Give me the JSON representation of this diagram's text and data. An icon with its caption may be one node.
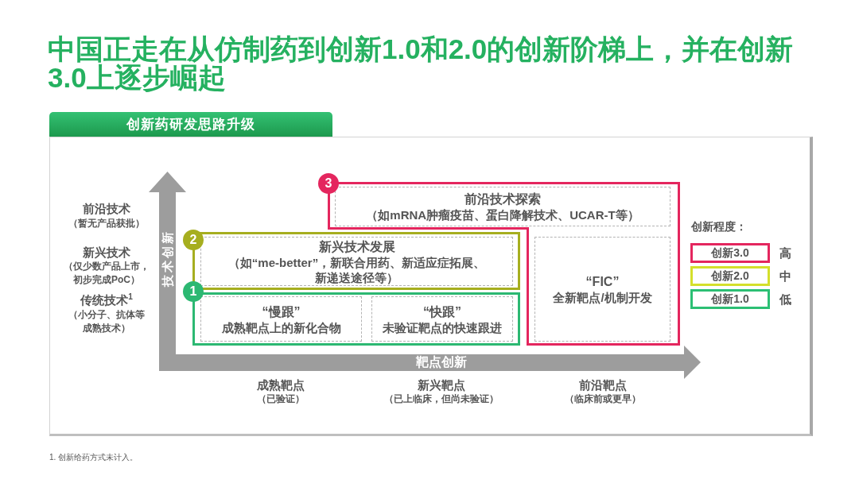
{
  "diagram": {
    "title": "中国正走在从仿制药到创新1.0和2.0的创新阶梯上，并在创新3.0上逐步崛起",
    "nodes": [
      {
        "text": [
          "创新药研发思路升级"
        ]
      },
      {
        "text": [
          "3"
        ],
        "in": 0
      },
      {
        "text": [
          "前沿技术探索",
          "（如mRNA肿瘤疫苗、蛋白降解技术、UCAR-T等）"
        ],
        "in": 1
      },
      {
        "text": [
          "“FIC”",
          "全新靶点/机制开发"
        ],
        "in": 1
      },
      {
        "text": [
          "2"
        ],
        "in": 0
      },
      {
        "text": [
          "新兴技术发展",
          "（如“me-better”，新联合用药、新适应症拓展、新递送途径等）"
        ],
        "in": 4
      },
      {
        "text": [
          "1"
        ],
        "in": 0
      },
      {
        "text": [
          "“慢跟”",
          "成熟靶点上的新化合物"
        ],
        "in": 6
      },
      {
        "text": [
          "“快跟”",
          "未验证靶点的快速跟进"
        ],
        "in": 6
      }
    ],
    "labels": [
      "前沿技术",
      "（暂无产品获批）",
      "新兴技术",
      "（仅少数产品上市，初步完成PoC）",
      "传统技术$^{1}$",
      "（小分子、抗体等成熟技术）",
      "技术创新",
      "创新程度：",
      "高",
      "中",
      "低",
      "靶点创新",
      "成熟靶点",
      "（已验证）",
      "新兴靶点",
      "（已上临床，但尚未验证）",
      "前沿靶点",
      "（临床前或更早）",
      "1. 创新给药方式未计入。"
    ],
    "legend": [
      {
        "text": "创新3.0",
        "color": "#e4265e"
      },
      {
        "text": "创新2.0",
        "color": "#d4df2b"
      },
      {
        "text": "创新1.0",
        "color": "#2cbf74"
      }
    ]
  }
}
